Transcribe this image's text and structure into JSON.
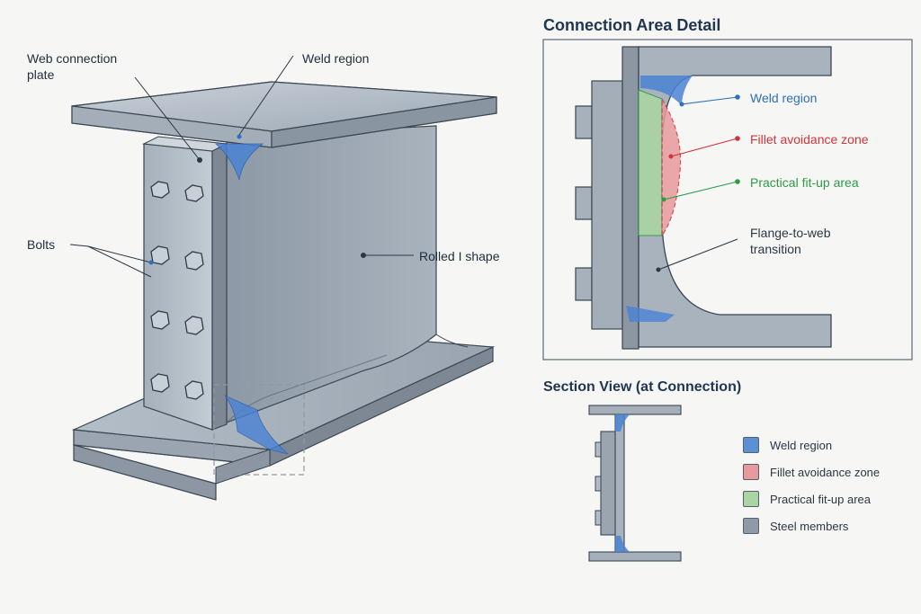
{
  "labels": {
    "web_connection_plate_line1": "Web connection",
    "web_connection_plate_line2": "plate",
    "weld_region": "Weld region",
    "bolts": "Bolts",
    "rolled_i_shape": "Rolled I shape"
  },
  "detail": {
    "title": "Connection Area Detail",
    "weld_region": "Weld region",
    "fillet_avoidance_zone": "Fillet avoidance zone",
    "practical_fit_up_area": "Practical fit-up area",
    "flange_to_web_line1": "Flange-to-web",
    "flange_to_web_line2": "transition"
  },
  "section": {
    "title": "Section View (at Connection)"
  },
  "legend": [
    {
      "label": "Weld region",
      "color": "#5b8fd6"
    },
    {
      "label": "Fillet avoidance zone",
      "color": "#e79a9e"
    },
    {
      "label": "Practical fit-up area",
      "color": "#a9d5a3"
    },
    {
      "label": "Steel members",
      "color": "#8f9aa6"
    }
  ],
  "colors": {
    "steel_light": "#b9c3cd",
    "steel_mid": "#98a4b0",
    "steel_dark": "#6f7b88",
    "outline": "#3b4652",
    "weld": "#4a83d4",
    "fillet_red": "#d2343c",
    "fitup_green": "#2e9a46",
    "callout_blue": "#2f6fc1"
  }
}
